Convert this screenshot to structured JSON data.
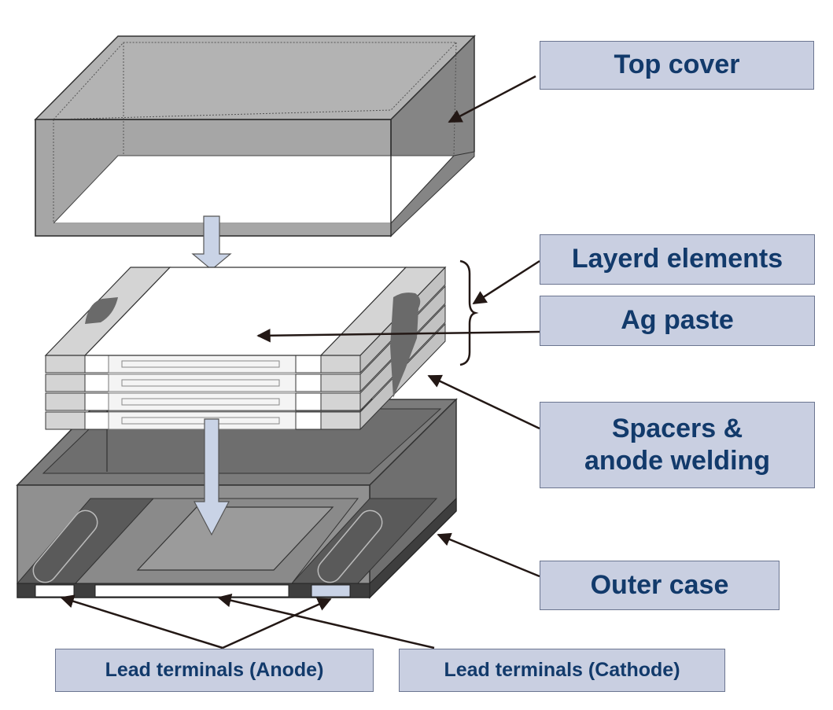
{
  "labels": {
    "top_cover": "Top cover",
    "layered_elements": "Layerd elements",
    "ag_paste": "Ag paste",
    "spacers_line1": "Spacers &",
    "spacers_line2": "anode welding",
    "outer_case": "Outer case",
    "lead_anode": "Lead terminals (Anode)",
    "lead_cathode": "Lead terminals (Cathode)"
  },
  "colors": {
    "label_fill": "#c9cfe1",
    "label_border": "#6b7590",
    "label_text": "#123a6b",
    "cover_gray": "#a6a6a6",
    "case_gray": "#8c8c8c",
    "flow_arrow": "#c9d3e6"
  }
}
